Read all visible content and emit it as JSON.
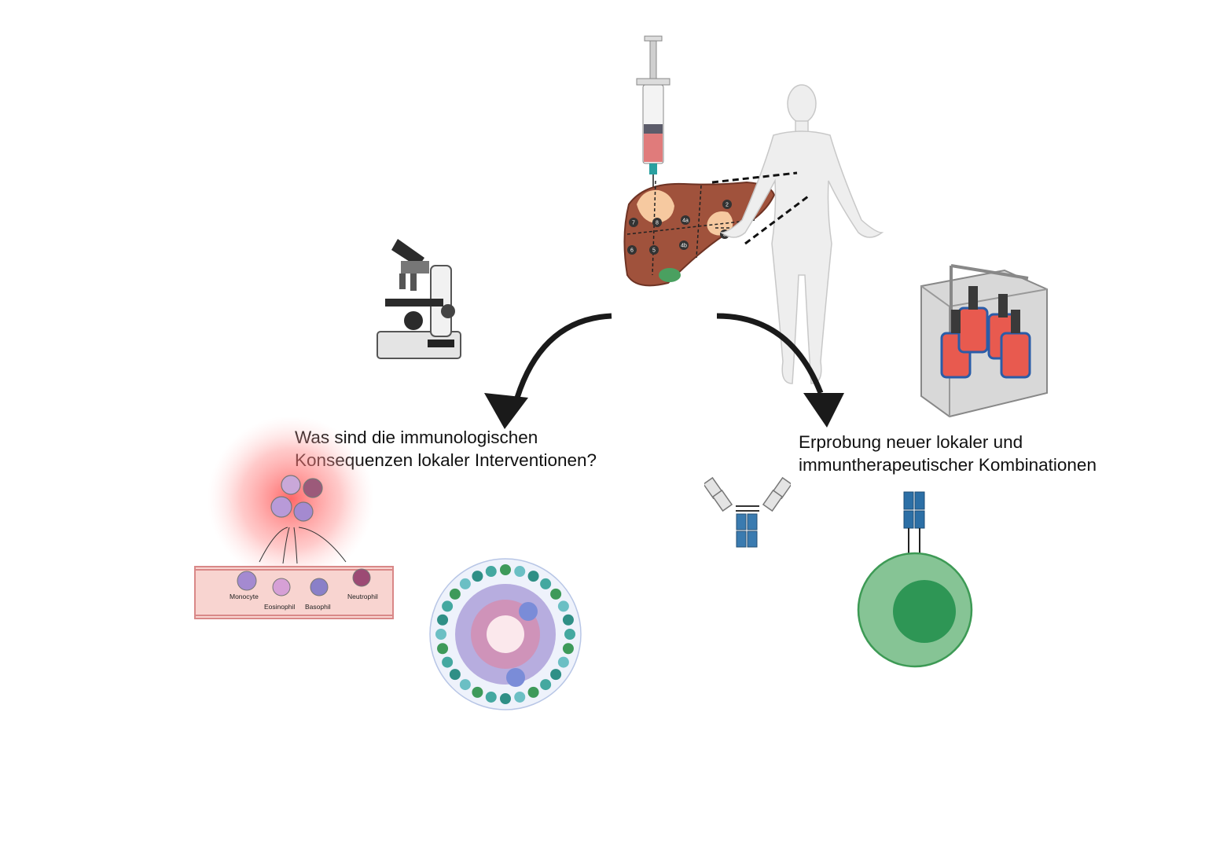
{
  "question": {
    "line1": "Was sind die immunologischen",
    "line2": "Konsequenzen lokaler Interventionen?"
  },
  "approach": {
    "line1": "Erprobung neuer lokaler und",
    "line2": "immuntherapeutischer Kombinationen"
  },
  "vessel_labels": {
    "monocyte": "Monocyte",
    "eosinophil": "Eosinophil",
    "basophil": "Basophil",
    "neutrophil": "Neutrophil"
  },
  "liver_segments": [
    "2",
    "3",
    "4a",
    "4b",
    "5",
    "6",
    "7",
    "8"
  ],
  "colors": {
    "liver": "#a0523c",
    "tumor": "#f6c9a0",
    "arrow": "#1a1a1a",
    "inflammation": "#ff6b6b",
    "t_cell": "#86c495",
    "t_cell_nucleus": "#2e9655",
    "antibody": "#3a7bb0",
    "vessel": "#f8d4d0"
  }
}
